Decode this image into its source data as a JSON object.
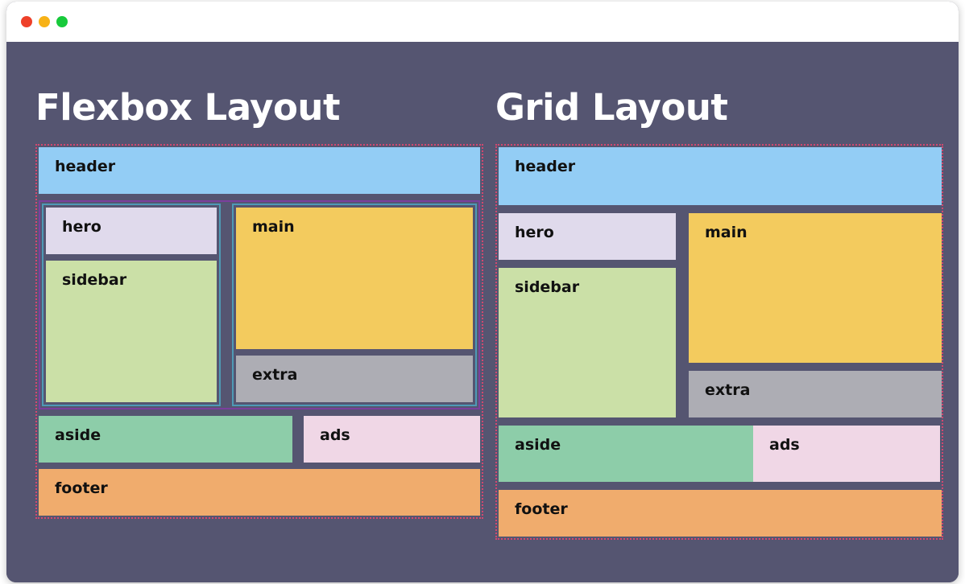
{
  "window": {
    "traffic_lights": [
      {
        "name": "close",
        "color": "#ee4029"
      },
      {
        "name": "minimize",
        "color": "#f7b217"
      },
      {
        "name": "zoom",
        "color": "#17ca3b"
      }
    ],
    "background": "#555571"
  },
  "columns": [
    {
      "id": "flexbox",
      "title": "Flexbox Layout",
      "blocks": {
        "header": "header",
        "hero": "hero",
        "sidebar": "sidebar",
        "main": "main",
        "extra": "extra",
        "aside": "aside",
        "ads": "ads",
        "footer": "footer"
      }
    },
    {
      "id": "grid",
      "title": "Grid Layout",
      "blocks": {
        "header": "header",
        "hero": "hero",
        "sidebar": "sidebar",
        "main": "main",
        "extra": "extra",
        "aside": "aside",
        "ads": "ads",
        "footer": "footer"
      }
    }
  ],
  "palette": {
    "page_bg": "#555571",
    "titlebar_bg": "#ffffff",
    "header_block": "#93cdf5",
    "hero_block": "#e0daec",
    "sidebar_block": "#cbe0a7",
    "main_block": "#f3cb5e",
    "extra_block": "#adadb4",
    "aside_block": "#8dcda9",
    "ads_block": "#f0d7e6",
    "footer_block": "#f0ac6d",
    "outline_dotted": "#d2486f",
    "outline_purple": "#7b3f9d",
    "outline_blue": "#4e9ab5",
    "title_text": "#ffffff",
    "block_text": "#111111"
  }
}
